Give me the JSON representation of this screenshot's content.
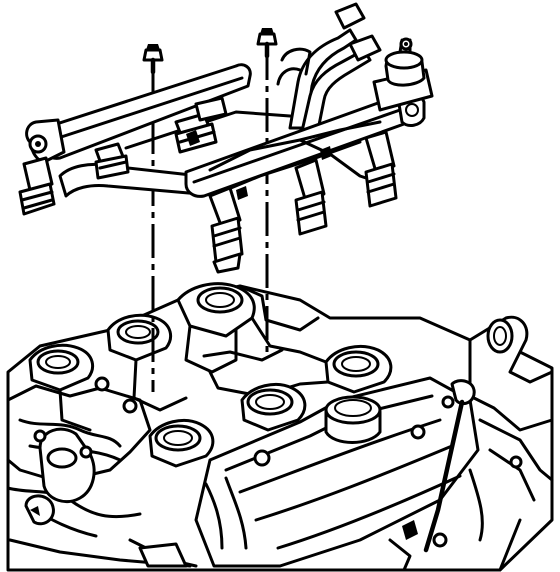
{
  "figure": {
    "kind": "line-art exploded view",
    "parts": [
      {
        "id": "fuel-rail-assembly",
        "icon": "fuel-rail-icon"
      },
      {
        "id": "fuel-pressure-regulator",
        "icon": "regulator-icon"
      },
      {
        "id": "fuel-injectors",
        "icon": "injector-icon",
        "count": 5
      },
      {
        "id": "fuel-feed-return-pipes",
        "icon": "pipe-icon",
        "count": 2
      },
      {
        "id": "mounting-bolts",
        "icon": "bolt-icon",
        "count": 2
      },
      {
        "id": "intake-manifold",
        "icon": "manifold-icon"
      },
      {
        "id": "engine-block",
        "icon": "engine-icon"
      },
      {
        "id": "oil-fill-cap",
        "icon": "cap-icon"
      },
      {
        "id": "oil-level-dipstick",
        "icon": "dipstick-icon"
      }
    ],
    "alignment_lines": 2,
    "colors": {
      "line": "#000000",
      "background": "#ffffff"
    }
  }
}
